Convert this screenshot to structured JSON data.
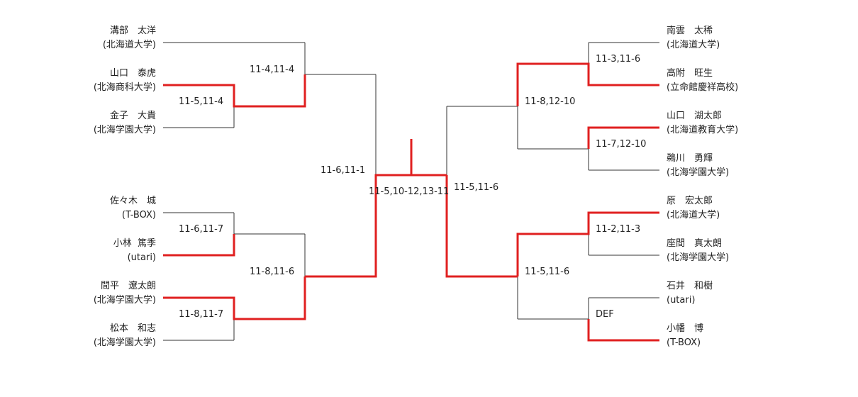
{
  "left_players": [
    {
      "name": "溝部　太洋",
      "affiliation": "(北海道大学)"
    },
    {
      "name": "山口　泰虎",
      "affiliation": "(北海商科大学)"
    },
    {
      "name": "金子　大貴",
      "affiliation": "(北海学園大学)"
    },
    {
      "name": "佐々木　城",
      "affiliation": "(T-BOX)"
    },
    {
      "name": "小林  篤季",
      "affiliation": "(utari)"
    },
    {
      "name": "間平　遼太朗",
      "affiliation": "(北海学園大学)"
    },
    {
      "name": "松本　和志",
      "affiliation": "(北海学園大学)"
    }
  ],
  "right_players": [
    {
      "name": "南雲　太稀",
      "affiliation": "(北海道大学)"
    },
    {
      "name": "高附　旺生",
      "affiliation": "(立命館慶祥高校)"
    },
    {
      "name": "山口　湖太郎",
      "affiliation": "(北海道教育大学)"
    },
    {
      "name": "鵜川　勇輝",
      "affiliation": "(北海学園大学)"
    },
    {
      "name": "原　宏太郎",
      "affiliation": "(北海道大学)"
    },
    {
      "name": "座間　真太朗",
      "affiliation": "(北海学園大学)"
    },
    {
      "name": "石井　和樹",
      "affiliation": "(utari)"
    },
    {
      "name": "小幡　博",
      "affiliation": "(T-BOX)"
    }
  ],
  "scores": {
    "l_r1_a": "11-5,11-4",
    "l_r2_a": "11-4,11-4",
    "l_r1_b": "11-6,11-7",
    "l_r1_c": "11-8,11-7",
    "l_r2_b": "11-8,11-6",
    "l_semi": "11-6,11-1",
    "final": "11-5,10-12,13-11",
    "r_semi": "11-5,11-6",
    "r_r1_a": "11-3,11-6",
    "r_r1_b": "11-7,12-10",
    "r_r2_a": "11-8,12-10",
    "r_r1_c": "11-2,11-3",
    "r_r1_d": "DEF",
    "r_r2_b": "11-5,11-6"
  },
  "colors": {
    "line": "#333333",
    "winner": "#e02020"
  }
}
